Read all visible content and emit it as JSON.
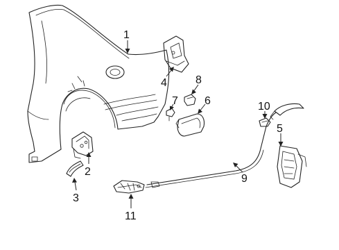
{
  "diagram": {
    "callouts": [
      {
        "id": "1",
        "text": "1"
      },
      {
        "id": "2",
        "text": "2"
      },
      {
        "id": "3",
        "text": "3"
      },
      {
        "id": "4",
        "text": "4"
      },
      {
        "id": "5",
        "text": "5"
      },
      {
        "id": "6",
        "text": "6"
      },
      {
        "id": "7",
        "text": "7"
      },
      {
        "id": "8",
        "text": "8"
      },
      {
        "id": "9",
        "text": "9"
      },
      {
        "id": "10",
        "text": "10"
      },
      {
        "id": "11",
        "text": "11"
      }
    ],
    "colors": {
      "line": "#222222",
      "background": "#ffffff"
    }
  }
}
